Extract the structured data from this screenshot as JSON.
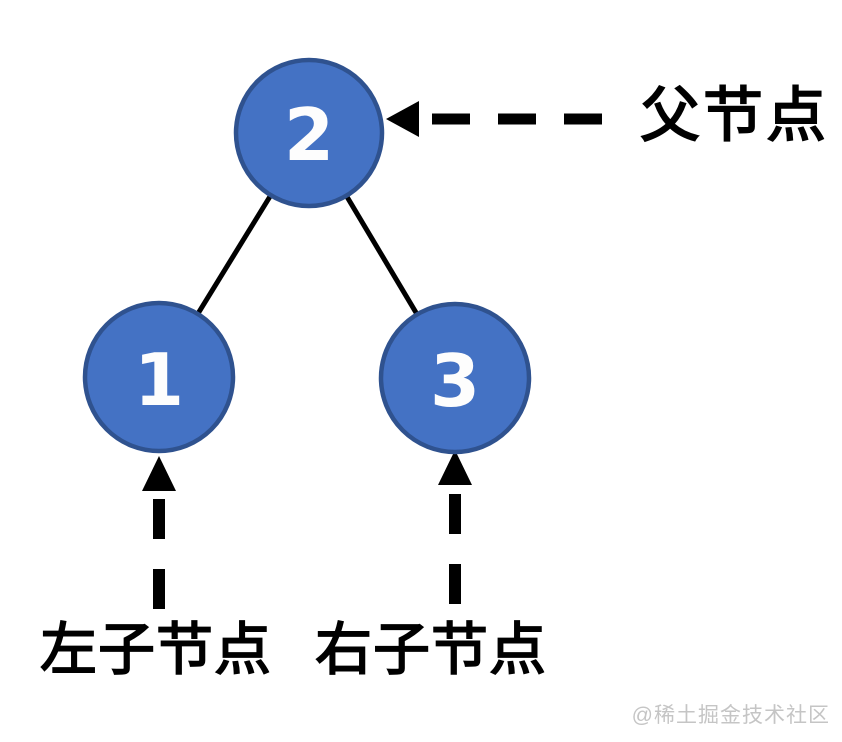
{
  "diagram": {
    "nodes": {
      "root": {
        "value": "2"
      },
      "left": {
        "value": "1"
      },
      "right": {
        "value": "3"
      }
    },
    "labels": {
      "parent": "父节点",
      "left_child": "左子节点",
      "right_child": "右子节点"
    },
    "watermark": "@稀土掘金技术社区",
    "colors": {
      "node_fill": "#4472c4",
      "node_border": "#2f528f",
      "edge": "#000000",
      "arrow": "#000000",
      "label_text": "#000000",
      "watermark_text": "#c5c5c5"
    }
  }
}
